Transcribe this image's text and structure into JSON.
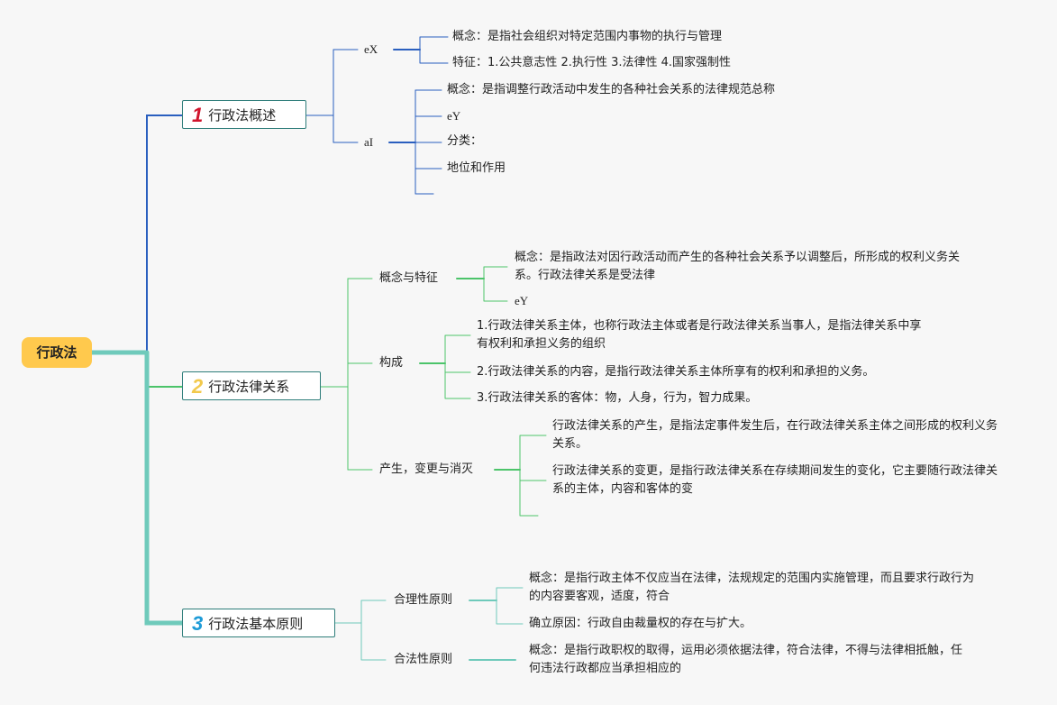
{
  "root": "行政法",
  "sections": {
    "s1": {
      "num": "1",
      "num_color": "#d0142c",
      "title": "行政法概述",
      "b1": {
        "label": "eX",
        "items": [
          "概念：是指社会组织对特定范围内事物的执行与管理",
          "特征：1.公共意志性 2.执行性 3.法律性 4.国家强制性"
        ]
      },
      "b2": {
        "label": "aI",
        "items": [
          "概念：是指调整行政活动中发生的各种社会关系的法律规范总称",
          "eY",
          "分类：",
          "地位和作用"
        ]
      }
    },
    "s2": {
      "num": "2",
      "num_color": "#f2c94c",
      "title": "行政法律关系",
      "b1": {
        "label": "概念与特征",
        "items": [
          "概念：是指政法对因行政活动而产生的各种社会关系予以调整后，所形成的权利义务关系。行政法律关系是受法律",
          "eY"
        ]
      },
      "b2": {
        "label": "构成",
        "items": [
          "1.行政法律关系主体，也称行政法主体或者是行政法律关系当事人，是指法律关系中享有权利和承担义务的组织",
          "2.行政法律关系的内容，是指行政法律关系主体所享有的权利和承担的义务。",
          "3.行政法律关系的客体：物，人身，行为，智力成果。"
        ]
      },
      "b3": {
        "label": "产生，变更与消灭",
        "items": [
          "行政法律关系的产生，是指法定事件发生后，在行政法律关系主体之间形成的权利义务关系。",
          "行政法律关系的变更，是指行政法律关系在存续期间发生的变化，它主要随行政法律关系的主体，内容和客体的变"
        ]
      }
    },
    "s3": {
      "num": "3",
      "num_color": "#1e9bd7",
      "title": "行政法基本原则",
      "b1": {
        "label": "合理性原则",
        "items": [
          "概念：是指行政主体不仅应当在法律，法规规定的范围内实施管理，而且要求行政行为的内容要客观，适度，符合",
          "确立原因：行政自由裁量权的存在与扩大。"
        ]
      },
      "b2": {
        "label": "合法性原则",
        "items": [
          "概念：是指行政职权的取得，运用必须依据法律，符合法律，不得与法律相抵触，任何违法行政都应当承担相应的"
        ]
      }
    }
  },
  "colors": {
    "branch1": "#2a5fbf",
    "branch2": "#4cc46a",
    "branch3": "#6fcabb",
    "root": "#ffc94d"
  }
}
